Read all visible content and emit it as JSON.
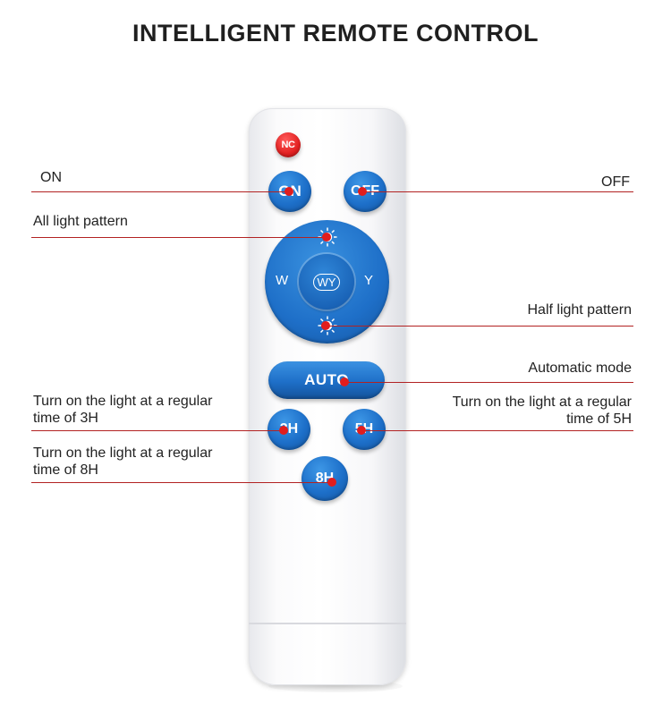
{
  "title": "INTELLIGENT REMOTE CONTROL",
  "buttons": {
    "nc": "NC",
    "on": "ON",
    "off": "OFF",
    "left": "W",
    "right": "Y",
    "center": "WY",
    "auto": "AUTO",
    "h3": "3H",
    "h5": "5H",
    "h8": "8H"
  },
  "icons": {
    "all_light_pattern": "sun-full-icon",
    "half_light_pattern": "sun-half-icon"
  },
  "labels": {
    "on": "ON",
    "off": "OFF",
    "all_light": "All light pattern",
    "half_light": "Half light pattern",
    "auto": "Automatic mode",
    "timer3_line1": "Turn on the light at a regular",
    "timer3_line2": "time of 3H",
    "timer5_line1": "Turn on the light at a regular",
    "timer5_line2": "time of 5H",
    "timer8_line1": "Turn on the light at a regular",
    "timer8_line2": "time of 8H"
  },
  "colors": {
    "button_blue": "#1e6fc8",
    "nc_red": "#e32121",
    "pointer_red": "#e11d1d"
  }
}
